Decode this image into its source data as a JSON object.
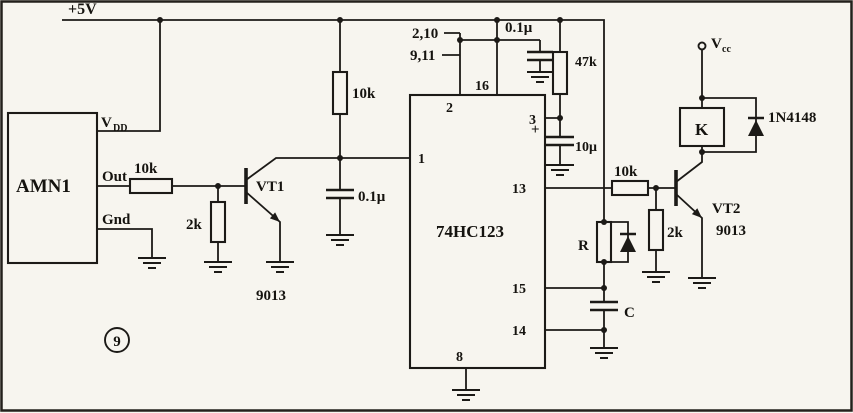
{
  "figure": {
    "number": "9"
  },
  "power": {
    "rail": "+5V",
    "vcc_base": "V",
    "vcc_sub": "cc"
  },
  "sensor": {
    "name": "AMN1",
    "pin_vdd_base": "V",
    "pin_vdd_sub": "DD",
    "pin_out": "Out",
    "pin_gnd": "Gnd"
  },
  "input_stage": {
    "base_resistor": "10k",
    "pulldown_resistor": "2k",
    "transistor_ref": "VT1",
    "transistor_type": "9013",
    "pullup_resistor": "10k",
    "filter_cap": "0.1μ"
  },
  "ic": {
    "part": "74HC123",
    "pin1": "1",
    "pin2": "2",
    "pin3": "3",
    "pin8": "8",
    "pin13": "13",
    "pin14": "14",
    "pin15": "15",
    "pin16": "16",
    "tied_pins_top": "2,10",
    "tied_pins_bottom": "9,11",
    "decoupling_cap": "0.1μ",
    "reset_resistor": "47k",
    "reset_cap": "10μ",
    "reset_cap_polarity": "+",
    "timing_resistor": "R",
    "timing_cap": "C"
  },
  "output_stage": {
    "base_resistor": "10k",
    "pulldown_resistor": "2k",
    "transistor_ref": "VT2",
    "transistor_type": "9013",
    "relay": "K",
    "flyback_diode": "1N4148"
  }
}
